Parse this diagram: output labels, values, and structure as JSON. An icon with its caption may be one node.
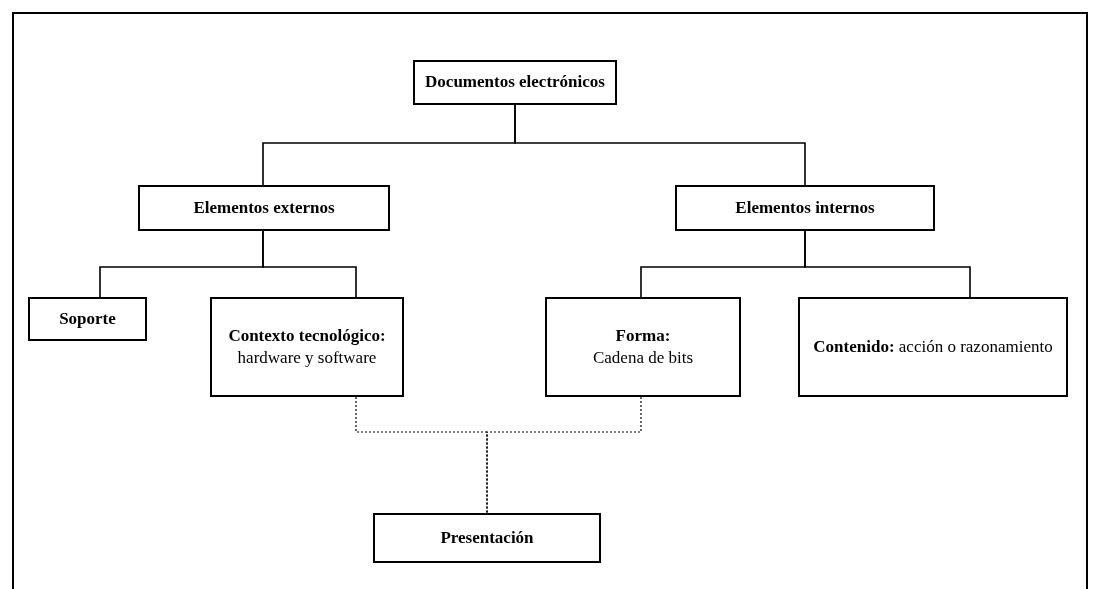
{
  "diagram": {
    "nodes": [
      {
        "text": [
          "Documentos electrónicos"
        ]
      },
      {
        "text": [
          "Elementos externos"
        ]
      },
      {
        "text": [
          "Elementos internos"
        ]
      },
      {
        "text": [
          "Soporte"
        ]
      },
      {
        "text": [
          "Contexto tecnológico:",
          "hardware y software"
        ]
      },
      {
        "text": [
          "Forma:",
          "Cadena de bits"
        ]
      },
      {
        "text": [
          "**Contenido:** acción o razonamiento"
        ]
      },
      {
        "text": [
          "Presentación"
        ]
      }
    ],
    "edges": [
      {
        "from": 0,
        "to": 1,
        "arrow": "none"
      },
      {
        "from": 0,
        "to": 2,
        "arrow": "none"
      },
      {
        "from": 1,
        "to": 3,
        "arrow": "none"
      },
      {
        "from": 1,
        "to": 4,
        "arrow": "none"
      },
      {
        "from": 2,
        "to": 5,
        "arrow": "none"
      },
      {
        "from": 2,
        "to": 6,
        "arrow": "none"
      },
      {
        "from": 4,
        "to": 7,
        "arrow": "none",
        "style": "dashed"
      },
      {
        "from": 5,
        "to": 7,
        "arrow": "none",
        "style": "dashed"
      }
    ]
  }
}
